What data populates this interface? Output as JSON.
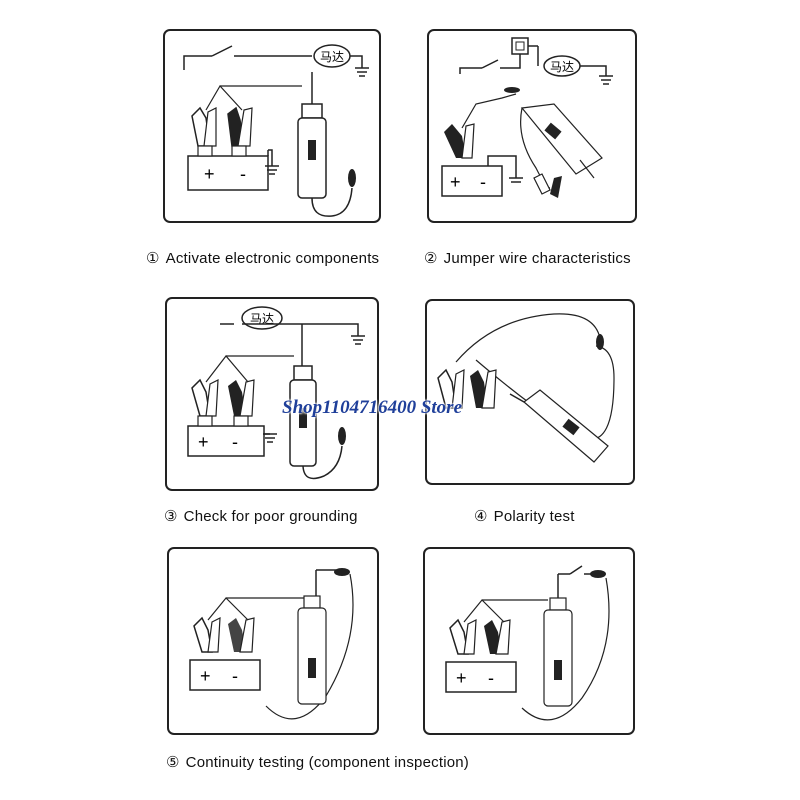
{
  "motor_label": "马达",
  "terminal_plus": "+",
  "terminal_minus": "-",
  "panels": [
    {
      "num": "①",
      "caption": "Activate electronic components"
    },
    {
      "num": "②",
      "caption": "Jumper wire characteristics"
    },
    {
      "num": "③",
      "caption": "Check for poor grounding"
    },
    {
      "num": "④",
      "caption": "Polarity test"
    },
    {
      "num": "⑤",
      "caption": "Continuity testing (component inspection)"
    },
    {
      "num": "",
      "caption": ""
    }
  ],
  "watermark": "Shop1104716400 Store"
}
